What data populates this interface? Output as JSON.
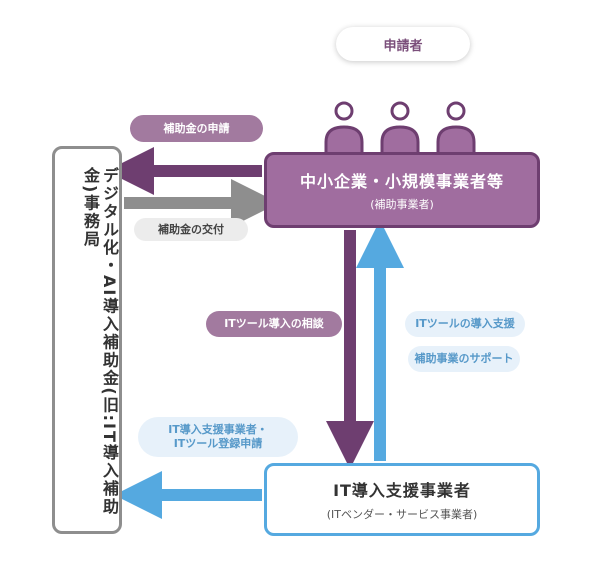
{
  "applicant": {
    "label": "申請者"
  },
  "sme": {
    "title": "中小企業・小規模事業者等",
    "subtitle": "(補助事業者)"
  },
  "subsidy_office": {
    "label": "デジタル化・AI導入補助金(旧:IT導入補助金)事務局"
  },
  "it_vendor": {
    "title": "IT導入支援事業者",
    "subtitle": "(ITベンダー・サービス事業者)"
  },
  "flows": {
    "application": "補助金の申請",
    "grant": "補助金の交付",
    "consultation": "ITツール導入の相談",
    "introduction_support": "ITツールの導入支援",
    "project_support": "補助事業のサポート",
    "vendor_registration_line1": "IT導入支援事業者・",
    "vendor_registration_line2": "ITツール登録申請"
  },
  "colors": {
    "purple": "#6e3e70",
    "purple_fill": "#a06d9f",
    "gray": "#8e8e8e",
    "blue": "#55a9e0"
  },
  "icons": {
    "people": "three-person-icons"
  }
}
